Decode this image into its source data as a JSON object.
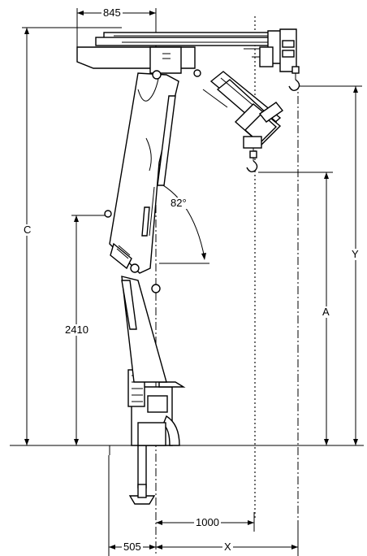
{
  "dimensions": {
    "top_width": "845",
    "height_c": "C",
    "pillar_height": "2410",
    "height_y": "Y",
    "height_a": "A",
    "reach_1000": "1000",
    "rear_offset": "505",
    "reach_x": "X"
  },
  "angle": "82°"
}
